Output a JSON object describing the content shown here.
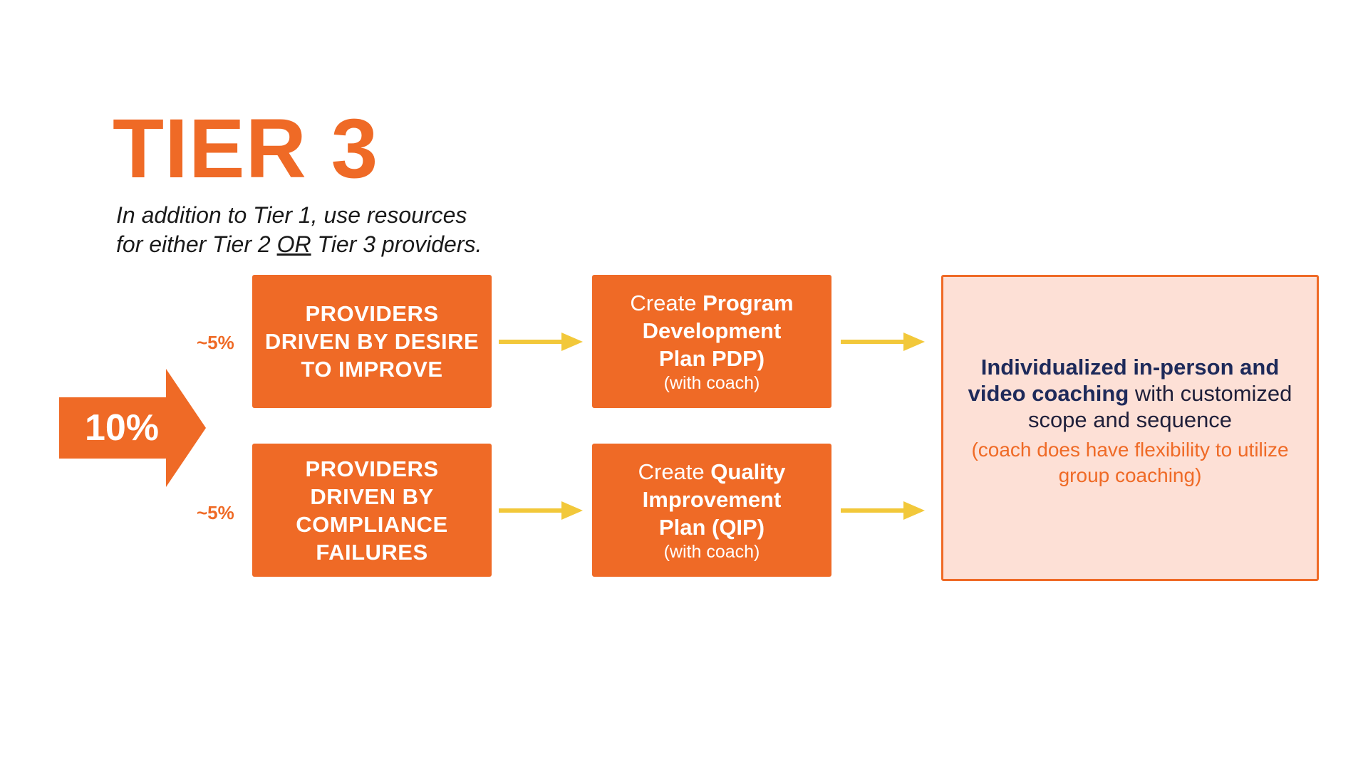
{
  "title": "TIER 3",
  "subtitle": {
    "line1": "In addition to Tier 1, use resources",
    "line2_pre": "for either Tier 2 ",
    "line2_or": "OR",
    "line2_post": " Tier 3 providers."
  },
  "big_arrow_label": "10%",
  "rows": [
    {
      "percent": "~5%",
      "provider": [
        "PROVIDERS",
        "DRIVEN BY DESIRE",
        "TO IMPROVE"
      ],
      "plan": {
        "line1_pre": "Create ",
        "line1_bold": "Program",
        "line2": "Development",
        "line3": "Plan PDP)",
        "note": "(with coach)"
      }
    },
    {
      "percent": "~5%",
      "provider": [
        "PROVIDERS",
        "DRIVEN BY",
        "COMPLIANCE",
        "FAILURES"
      ],
      "plan": {
        "line1_pre": "Create ",
        "line1_bold": "Quality",
        "line2": "Improvement",
        "line3": "Plan (QIP)",
        "note": "(with coach)"
      }
    }
  ],
  "outcome": {
    "bold1": "Individualized in-person and",
    "bold2": "video coaching",
    "rest2": " with customized",
    "line3": "scope and sequence",
    "note1": "(coach does have flexibility to utilize",
    "note2": "group coaching)"
  },
  "colors": {
    "accent": "#ef6a26",
    "arrow_yellow": "#f2c83a",
    "outcome_bg": "#fde0d6",
    "navy": "#1e2a5a"
  }
}
